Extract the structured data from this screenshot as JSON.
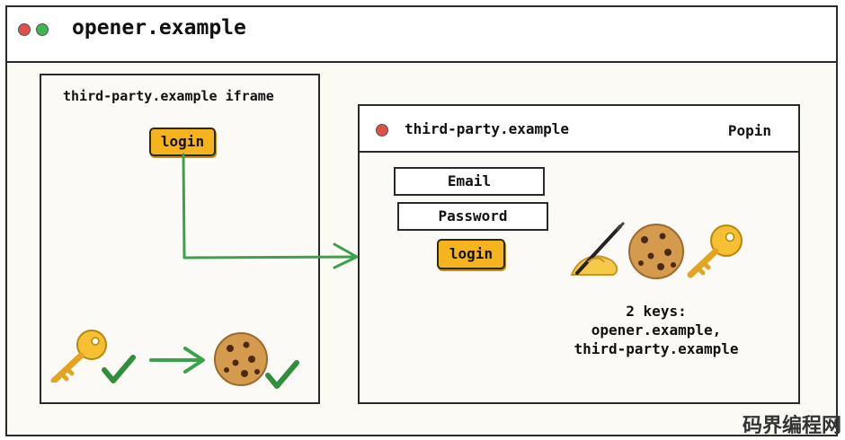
{
  "window": {
    "title": "opener.example"
  },
  "iframe": {
    "label": "third-party.example iframe",
    "login_button": "login"
  },
  "popin": {
    "title": "third-party.example",
    "tag": "Popin",
    "email_field": "Email",
    "password_field": "Password",
    "login_button": "login"
  },
  "caption": {
    "line1": "2 keys:",
    "line2": "opener.example,",
    "line3": "third-party.example"
  },
  "watermark": "码界编程网",
  "colors": {
    "arrow": "#3aa34a",
    "check": "#2f8f3a",
    "button": "#f5b31e",
    "close_dot": "#e0504a",
    "max_dot": "#3fb750"
  },
  "icons": [
    "key-icon",
    "checkmark-icon",
    "arrow-right-icon",
    "cookie-icon",
    "writing-hand-icon"
  ]
}
